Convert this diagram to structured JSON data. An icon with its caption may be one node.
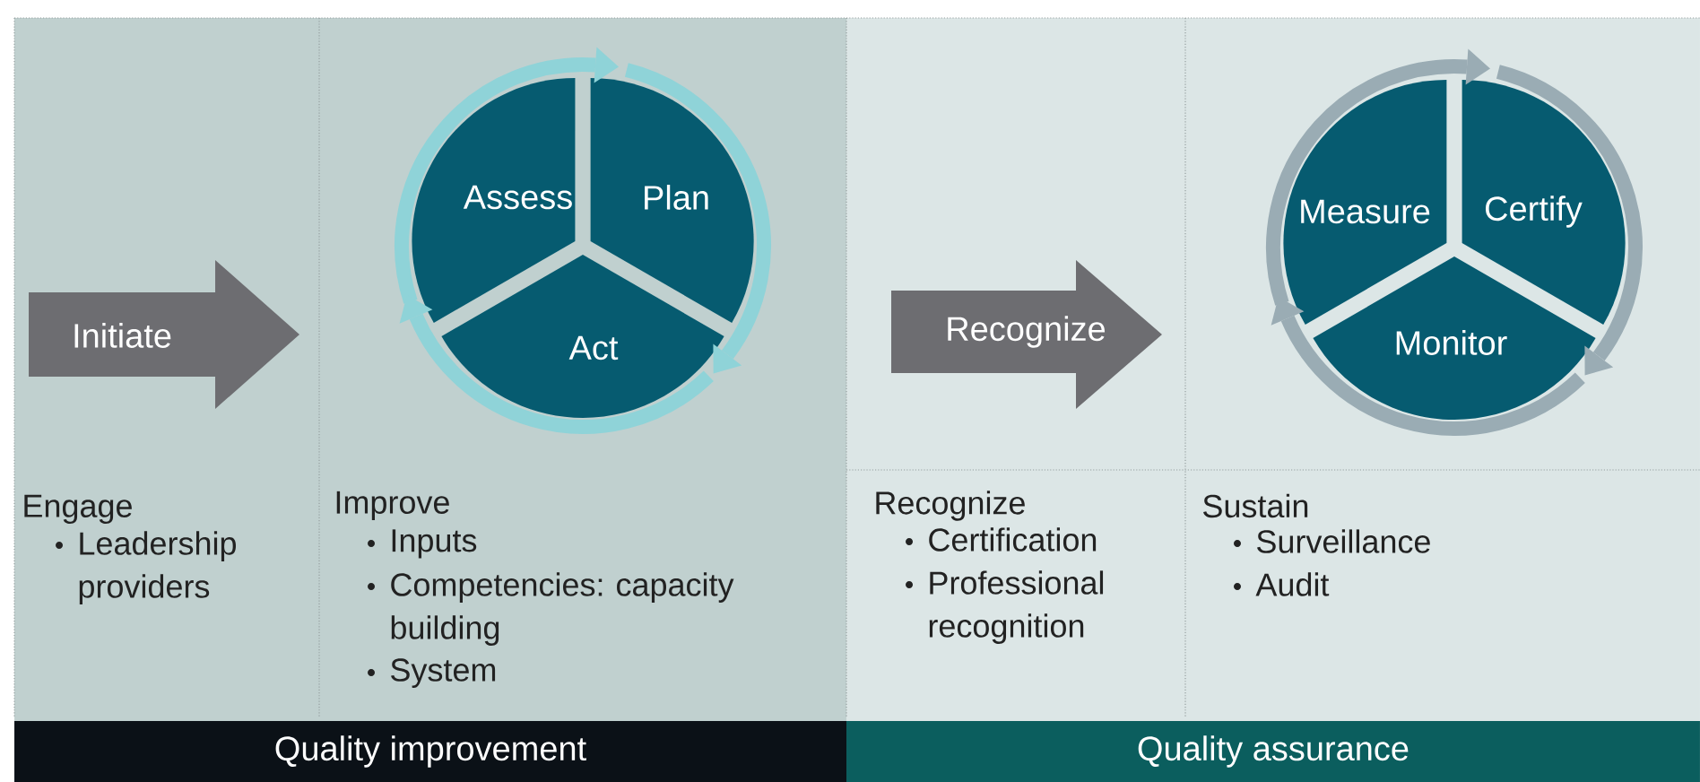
{
  "diagram": {
    "nodes": [
      {
        "text": [
          "Initiate"
        ]
      },
      {
        "text": [
          "Assess"
        ]
      },
      {
        "text": [
          "Plan"
        ]
      },
      {
        "text": [
          "Act"
        ]
      },
      {
        "text": [
          "Recognize"
        ]
      },
      {
        "text": [
          "Measure"
        ]
      },
      {
        "text": [
          "Certify"
        ]
      },
      {
        "text": [
          "Monitor"
        ]
      },
      {
        "text": [
          "Quality improvement"
        ]
      },
      {
        "text": [
          "Quality assurance"
        ]
      }
    ],
    "edges": [
      {
        "from": 1,
        "to": 2,
        "arrow": "to",
        "color": "#8fd3d8"
      },
      {
        "from": 2,
        "to": 3,
        "arrow": "to",
        "color": "#8fd3d8"
      },
      {
        "from": 3,
        "to": 1,
        "arrow": "to",
        "color": "#8fd3d8"
      },
      {
        "from": 5,
        "to": 6,
        "arrow": "to",
        "color": "#9aacb4"
      },
      {
        "from": 6,
        "to": 7,
        "arrow": "to",
        "color": "#9aacb4"
      },
      {
        "from": 7,
        "to": 5,
        "arrow": "to",
        "color": "#9aacb4"
      }
    ],
    "labels": [
      "Engage",
      "Leadership providers",
      "Improve",
      "Inputs",
      "Competencies: capacity building",
      "System",
      "Recognize",
      "Certification",
      "Professional recognition",
      "Sustain",
      "Surveillance",
      "Audit"
    ]
  }
}
